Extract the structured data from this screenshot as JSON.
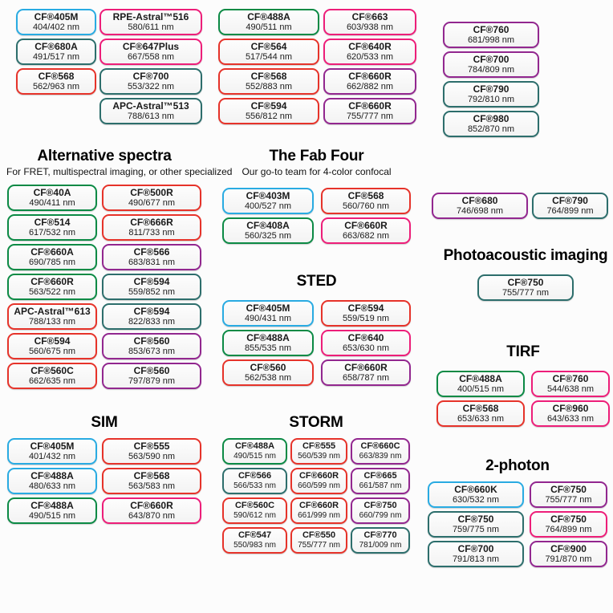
{
  "colors": {
    "blue": "#29abe2",
    "green": "#0c8a45",
    "teal": "#2d6e6c",
    "red": "#e6332a",
    "pink": "#ed1e79",
    "purple": "#92278f"
  },
  "groups": [
    {
      "id": "top-left",
      "columns": [
        [
          {
            "name": "CF®405M",
            "range": "404/402 nm",
            "color": "blue"
          },
          {
            "name": "CF®680A",
            "range": "491/517 nm",
            "color": "teal"
          },
          {
            "name": "CF®568",
            "range": "562/963 nm",
            "color": "red"
          }
        ],
        [
          {
            "name": "RPE-Astral™516",
            "range": "580/611 nm",
            "color": "pink"
          },
          {
            "name": "CF®647Plus",
            "range": "667/558 nm",
            "color": "pink"
          },
          {
            "name": "CF®700",
            "range": "553/322 nm",
            "color": "teal"
          },
          {
            "name": "APC-Astral™513",
            "range": "788/613 nm",
            "color": "teal"
          }
        ]
      ]
    },
    {
      "id": "top-middle",
      "columns": [
        [
          {
            "name": "CF®488A",
            "range": "490/511 nm",
            "color": "green"
          },
          {
            "name": "CF®564",
            "range": "517/544 nm",
            "color": "red"
          },
          {
            "name": "CF®568",
            "range": "552/883 nm",
            "color": "red"
          },
          {
            "name": "CF®594",
            "range": "556/812 nm",
            "color": "red"
          }
        ],
        [
          {
            "name": "CF®663",
            "range": "603/938 nm",
            "color": "pink"
          },
          {
            "name": "CF®640R",
            "range": "620/533 nm",
            "color": "pink"
          },
          {
            "name": "CF®660R",
            "range": "662/882 nm",
            "color": "purple"
          },
          {
            "name": "CF®660R",
            "range": "755/777 nm",
            "color": "purple"
          }
        ]
      ]
    },
    {
      "id": "top-right",
      "columns": [
        [
          {
            "name": "CF®760",
            "range": "681/998 nm",
            "color": "purple"
          },
          {
            "name": "CF®700",
            "range": "784/809 nm",
            "color": "purple"
          },
          {
            "name": "CF®790",
            "range": "792/810 nm",
            "color": "teal"
          },
          {
            "name": "CF®980",
            "range": "852/870 nm",
            "color": "teal"
          }
        ]
      ]
    },
    {
      "id": "alternative-spectra",
      "title": "Alternative spectra",
      "subtitle": "For FRET, multispectral imaging, or other specialized",
      "columns": [
        [
          {
            "name": "CF®40A",
            "range": "490/411 nm",
            "color": "green"
          },
          {
            "name": "CF®514",
            "range": "617/532 nm",
            "color": "green"
          },
          {
            "name": "CF®660A",
            "range": "690/785 nm",
            "color": "green"
          },
          {
            "name": "CF®660R",
            "range": "563/522 nm",
            "color": "green"
          },
          {
            "name": "APC-Astral™613",
            "range": "788/133 nm",
            "color": "red"
          },
          {
            "name": "CF®594",
            "range": "560/675 nm",
            "color": "red"
          },
          {
            "name": "CF®560C",
            "range": "662/635 nm",
            "color": "red"
          }
        ],
        [
          {
            "name": "CF®500R",
            "range": "490/677 nm",
            "color": "red"
          },
          {
            "name": "CF®666R",
            "range": "811/733 nm",
            "color": "red"
          },
          {
            "name": "CF®566",
            "range": "683/831 nm",
            "color": "purple"
          },
          {
            "name": "CF®594",
            "range": "559/852 nm",
            "color": "teal"
          },
          {
            "name": "CF®594",
            "range": "822/833 nm",
            "color": "teal"
          },
          {
            "name": "CF®560",
            "range": "853/673 nm",
            "color": "purple"
          },
          {
            "name": "CF®560",
            "range": "797/879 nm",
            "color": "purple"
          }
        ]
      ]
    },
    {
      "id": "fab-four",
      "title": "The Fab Four",
      "subtitle": "Our go-to team for 4-color confocal",
      "columns": [
        [
          {
            "name": "CF®403M",
            "range": "400/527 nm",
            "color": "blue"
          },
          {
            "name": "CF®408A",
            "range": "560/325 nm",
            "color": "green"
          }
        ],
        [
          {
            "name": "CF®568",
            "range": "560/760 nm",
            "color": "red"
          },
          {
            "name": "CF®660R",
            "range": "663/682 nm",
            "color": "pink"
          }
        ]
      ]
    },
    {
      "id": "near-ir-pair",
      "columns": [
        [
          {
            "name": "CF®680",
            "range": "746/698 nm",
            "color": "purple"
          }
        ],
        [
          {
            "name": "CF®790",
            "range": "764/899 nm",
            "color": "teal"
          }
        ]
      ]
    },
    {
      "id": "sted",
      "title": "STED",
      "columns": [
        [
          {
            "name": "CF®405M",
            "range": "490/431 nm",
            "color": "blue"
          },
          {
            "name": "CF®488A",
            "range": "855/535 nm",
            "color": "green"
          },
          {
            "name": "CF®560",
            "range": "562/538 nm",
            "color": "red"
          }
        ],
        [
          {
            "name": "CF®594",
            "range": "559/519 nm",
            "color": "red"
          },
          {
            "name": "CF®640",
            "range": "653/630 nm",
            "color": "pink"
          },
          {
            "name": "CF®660R",
            "range": "658/787 nm",
            "color": "purple"
          }
        ]
      ]
    },
    {
      "id": "photoacoustic-imaging",
      "title": "Photoacoustic imaging",
      "columns": [
        [
          {
            "name": "CF®750",
            "range": "755/777 nm",
            "color": "teal"
          }
        ]
      ]
    },
    {
      "id": "tirf",
      "title": "TIRF",
      "columns": [
        [
          {
            "name": "CF®488A",
            "range": "400/515 nm",
            "color": "green"
          },
          {
            "name": "CF®568",
            "range": "653/633 nm",
            "color": "red"
          }
        ],
        [
          {
            "name": "CF®760",
            "range": "544/638 nm",
            "color": "pink"
          },
          {
            "name": "CF®960",
            "range": "643/633 nm",
            "color": "pink"
          }
        ]
      ]
    },
    {
      "id": "sim",
      "title": "SIM",
      "columns": [
        [
          {
            "name": "CF®405M",
            "range": "401/432 nm",
            "color": "blue"
          },
          {
            "name": "CF®488A",
            "range": "480/633 nm",
            "color": "blue"
          },
          {
            "name": "CF®488A",
            "range": "490/515 nm",
            "color": "green"
          }
        ],
        [
          {
            "name": "CF®555",
            "range": "563/590 nm",
            "color": "red"
          },
          {
            "name": "CF®568",
            "range": "563/583 nm",
            "color": "red"
          },
          {
            "name": "CF®660R",
            "range": "643/870 nm",
            "color": "pink"
          }
        ]
      ]
    },
    {
      "id": "storm",
      "title": "STORM",
      "columns": [
        [
          {
            "name": "CF®488A",
            "range": "490/515 nm",
            "color": "green"
          },
          {
            "name": "CF®566",
            "range": "566/533 nm",
            "color": "teal"
          },
          {
            "name": "CF®560C",
            "range": "590/612 nm",
            "color": "red"
          },
          {
            "name": "CF®547",
            "range": "550/983 nm",
            "color": "red"
          }
        ],
        [
          {
            "name": "CF®555",
            "range": "560/539 nm",
            "color": "red"
          },
          {
            "name": "CF®660R",
            "range": "660/599 nm",
            "color": "red"
          },
          {
            "name": "CF®660R",
            "range": "661/999 nm",
            "color": "red"
          },
          {
            "name": "CF®550",
            "range": "755/777 nm",
            "color": "red"
          }
        ],
        [
          {
            "name": "CF®660C",
            "range": "663/839 nm",
            "color": "purple"
          },
          {
            "name": "CF®665",
            "range": "661/587 nm",
            "color": "purple"
          },
          {
            "name": "CF®750",
            "range": "660/799 nm",
            "color": "purple"
          },
          {
            "name": "CF®770",
            "range": "781/009 nm",
            "color": "teal"
          }
        ]
      ]
    },
    {
      "id": "two-photon",
      "title": "2-photon",
      "columns": [
        [
          {
            "name": "CF®660K",
            "range": "630/532 nm",
            "color": "blue"
          },
          {
            "name": "CF®750",
            "range": "759/775 nm",
            "color": "teal"
          },
          {
            "name": "CF®700",
            "range": "791/813 nm",
            "color": "teal"
          }
        ],
        [
          {
            "name": "CF®750",
            "range": "755/777 nm",
            "color": "purple"
          },
          {
            "name": "CF®750",
            "range": "764/899 nm",
            "color": "pink"
          },
          {
            "name": "CF®900",
            "range": "791/870 nm",
            "color": "purple"
          }
        ]
      ]
    }
  ]
}
